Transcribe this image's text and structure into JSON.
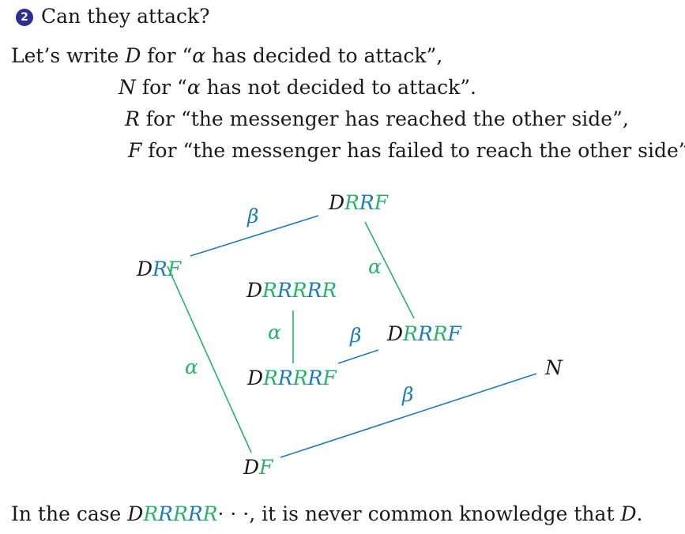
{
  "header": {
    "badge": "2",
    "title": "Can they attack?"
  },
  "definitions": [
    {
      "prefix": "Let’s write ",
      "symbol": "D",
      "middle": " for “",
      "agent": "α",
      "text": " has decided to attack”,"
    },
    {
      "prefix": "",
      "symbol": "N",
      "middle": " for “",
      "agent": "α",
      "text": " has not decided to attack”."
    },
    {
      "prefix": "",
      "symbol": "R",
      "middle": " for “the messenger has reached the other side”,",
      "agent": "",
      "text": ""
    },
    {
      "prefix": "",
      "symbol": "F",
      "middle": " for “the messenger has failed to reach the other side”.",
      "agent": "",
      "text": ""
    }
  ],
  "diagram": {
    "colors": {
      "dark": "#1a1a1a",
      "green": "#2bb06a",
      "blue": "#1f7ab8"
    },
    "nodes": [
      {
        "id": "DRRF",
        "label": "DRRF",
        "colors": [
          "dark",
          "green",
          "blue",
          "green"
        ]
      },
      {
        "id": "DRF",
        "label": "DRF",
        "colors": [
          "dark",
          "blue",
          "green"
        ]
      },
      {
        "id": "DRRRRR",
        "label": "DRRRRR",
        "colors": [
          "dark",
          "green",
          "blue",
          "green",
          "blue",
          "green"
        ]
      },
      {
        "id": "DRRRF",
        "label": "DRRRF",
        "colors": [
          "dark",
          "green",
          "blue",
          "green",
          "blue"
        ]
      },
      {
        "id": "DRRRRF",
        "label": "DRRRRF",
        "colors": [
          "dark",
          "green",
          "blue",
          "green",
          "blue",
          "green"
        ]
      },
      {
        "id": "N",
        "label": "N",
        "colors": [
          "dark"
        ]
      },
      {
        "id": "DF",
        "label": "DF",
        "colors": [
          "dark",
          "green"
        ]
      }
    ],
    "edges": [
      {
        "from": "DRF",
        "to": "DRRF",
        "agent": "β",
        "color": "blue"
      },
      {
        "from": "DRRF",
        "to": "DRRRF",
        "agent": "α",
        "color": "green"
      },
      {
        "from": "DRRRRR",
        "to": "DRRRRF",
        "agent": "α",
        "color": "green"
      },
      {
        "from": "DRRRRF",
        "to": "DRRRF",
        "agent": "β",
        "color": "blue"
      },
      {
        "from": "DRF",
        "to": "DF",
        "agent": "α",
        "color": "green"
      },
      {
        "from": "DF",
        "to": "N",
        "agent": "β",
        "color": "blue"
      }
    ]
  },
  "conclusion": {
    "prefix": "In the case ",
    "case_label": "DRRRRR",
    "case_colors": [
      "dark",
      "green",
      "blue",
      "green",
      "blue",
      "green"
    ],
    "ellipsis": "· · ·",
    "middle": ", it is never common knowledge that ",
    "symbol": "D",
    "end": "."
  }
}
